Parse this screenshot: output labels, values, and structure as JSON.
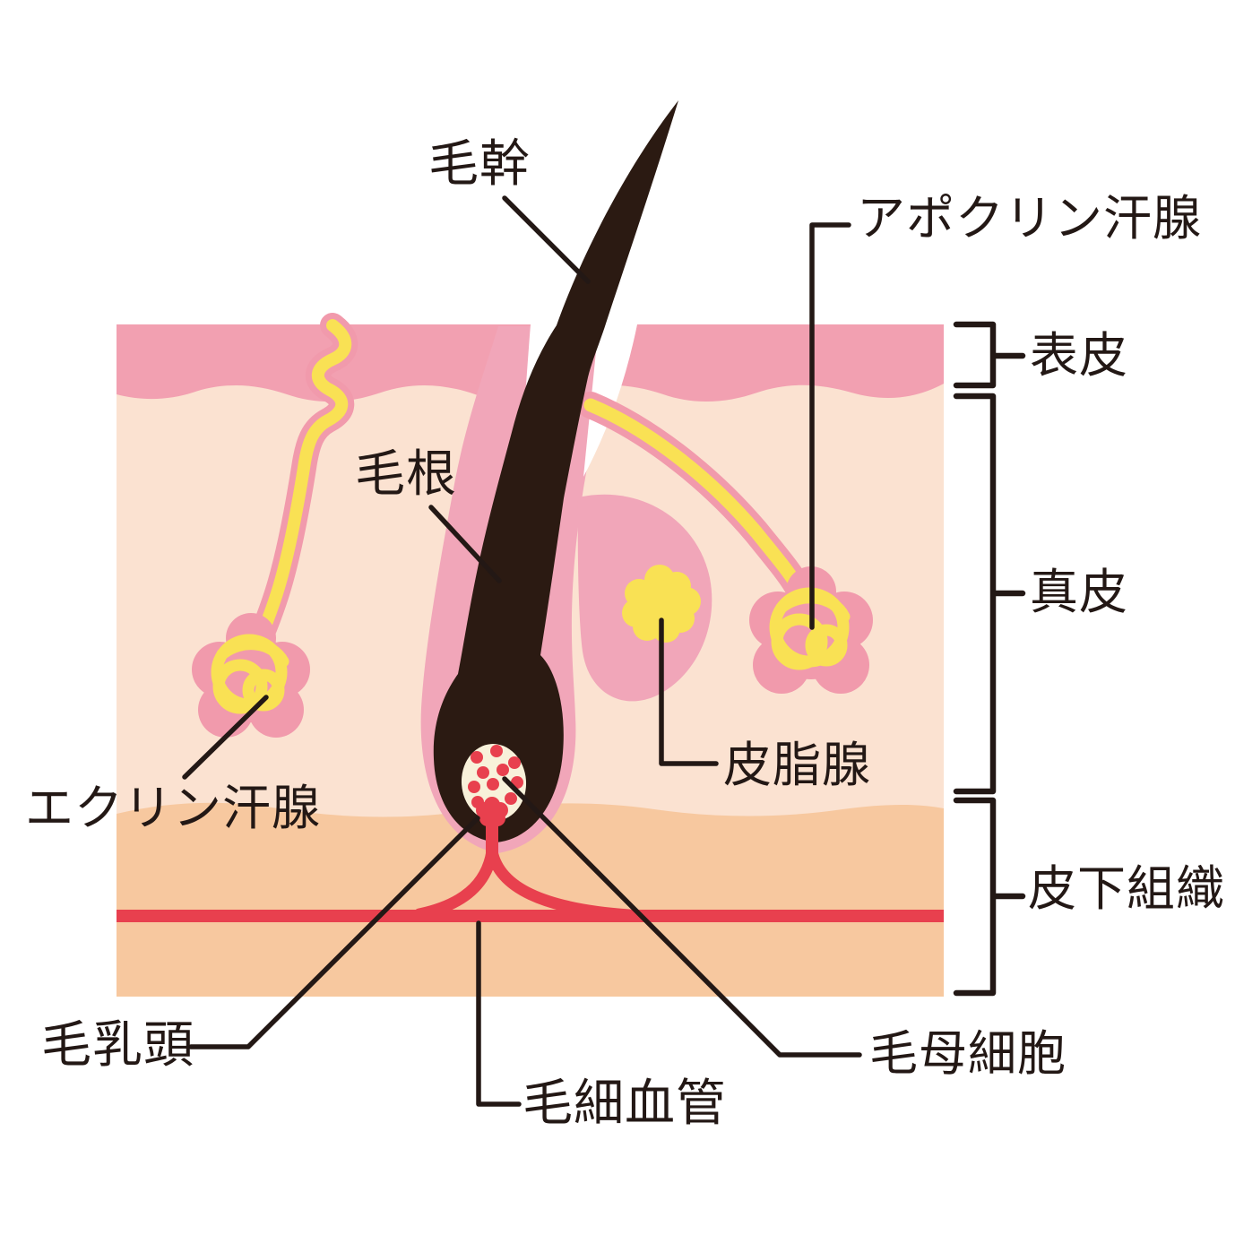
{
  "labels": {
    "hair_shaft": "毛幹",
    "hair_root": "毛根",
    "apocrine_sweat_gland": "アポクリン汗腺",
    "epidermis": "表皮",
    "dermis": "真皮",
    "sebaceous_gland": "皮脂腺",
    "eccrine_sweat_gland": "エクリン汗腺",
    "subcutaneous_tissue": "皮下組織",
    "hair_papilla": "毛乳頭",
    "capillary": "毛細血管",
    "hair_matrix_cells": "毛母細胞"
  },
  "colors": {
    "background": "#FFFFFF",
    "epidermis_pink": "#F2A0B1",
    "follicle_sheath_pink": "#F1A6B9",
    "gland_outline_pink": "#F19AAC",
    "dermis_cream": "#FBE2D1",
    "subcutaneous_orange": "#F7C89F",
    "gland_yellow": "#F9E154",
    "blood_red": "#E8404E",
    "hair_dark": "#2B1A12",
    "bulb_cream": "#F8F1DA",
    "line_dark": "#231815"
  }
}
